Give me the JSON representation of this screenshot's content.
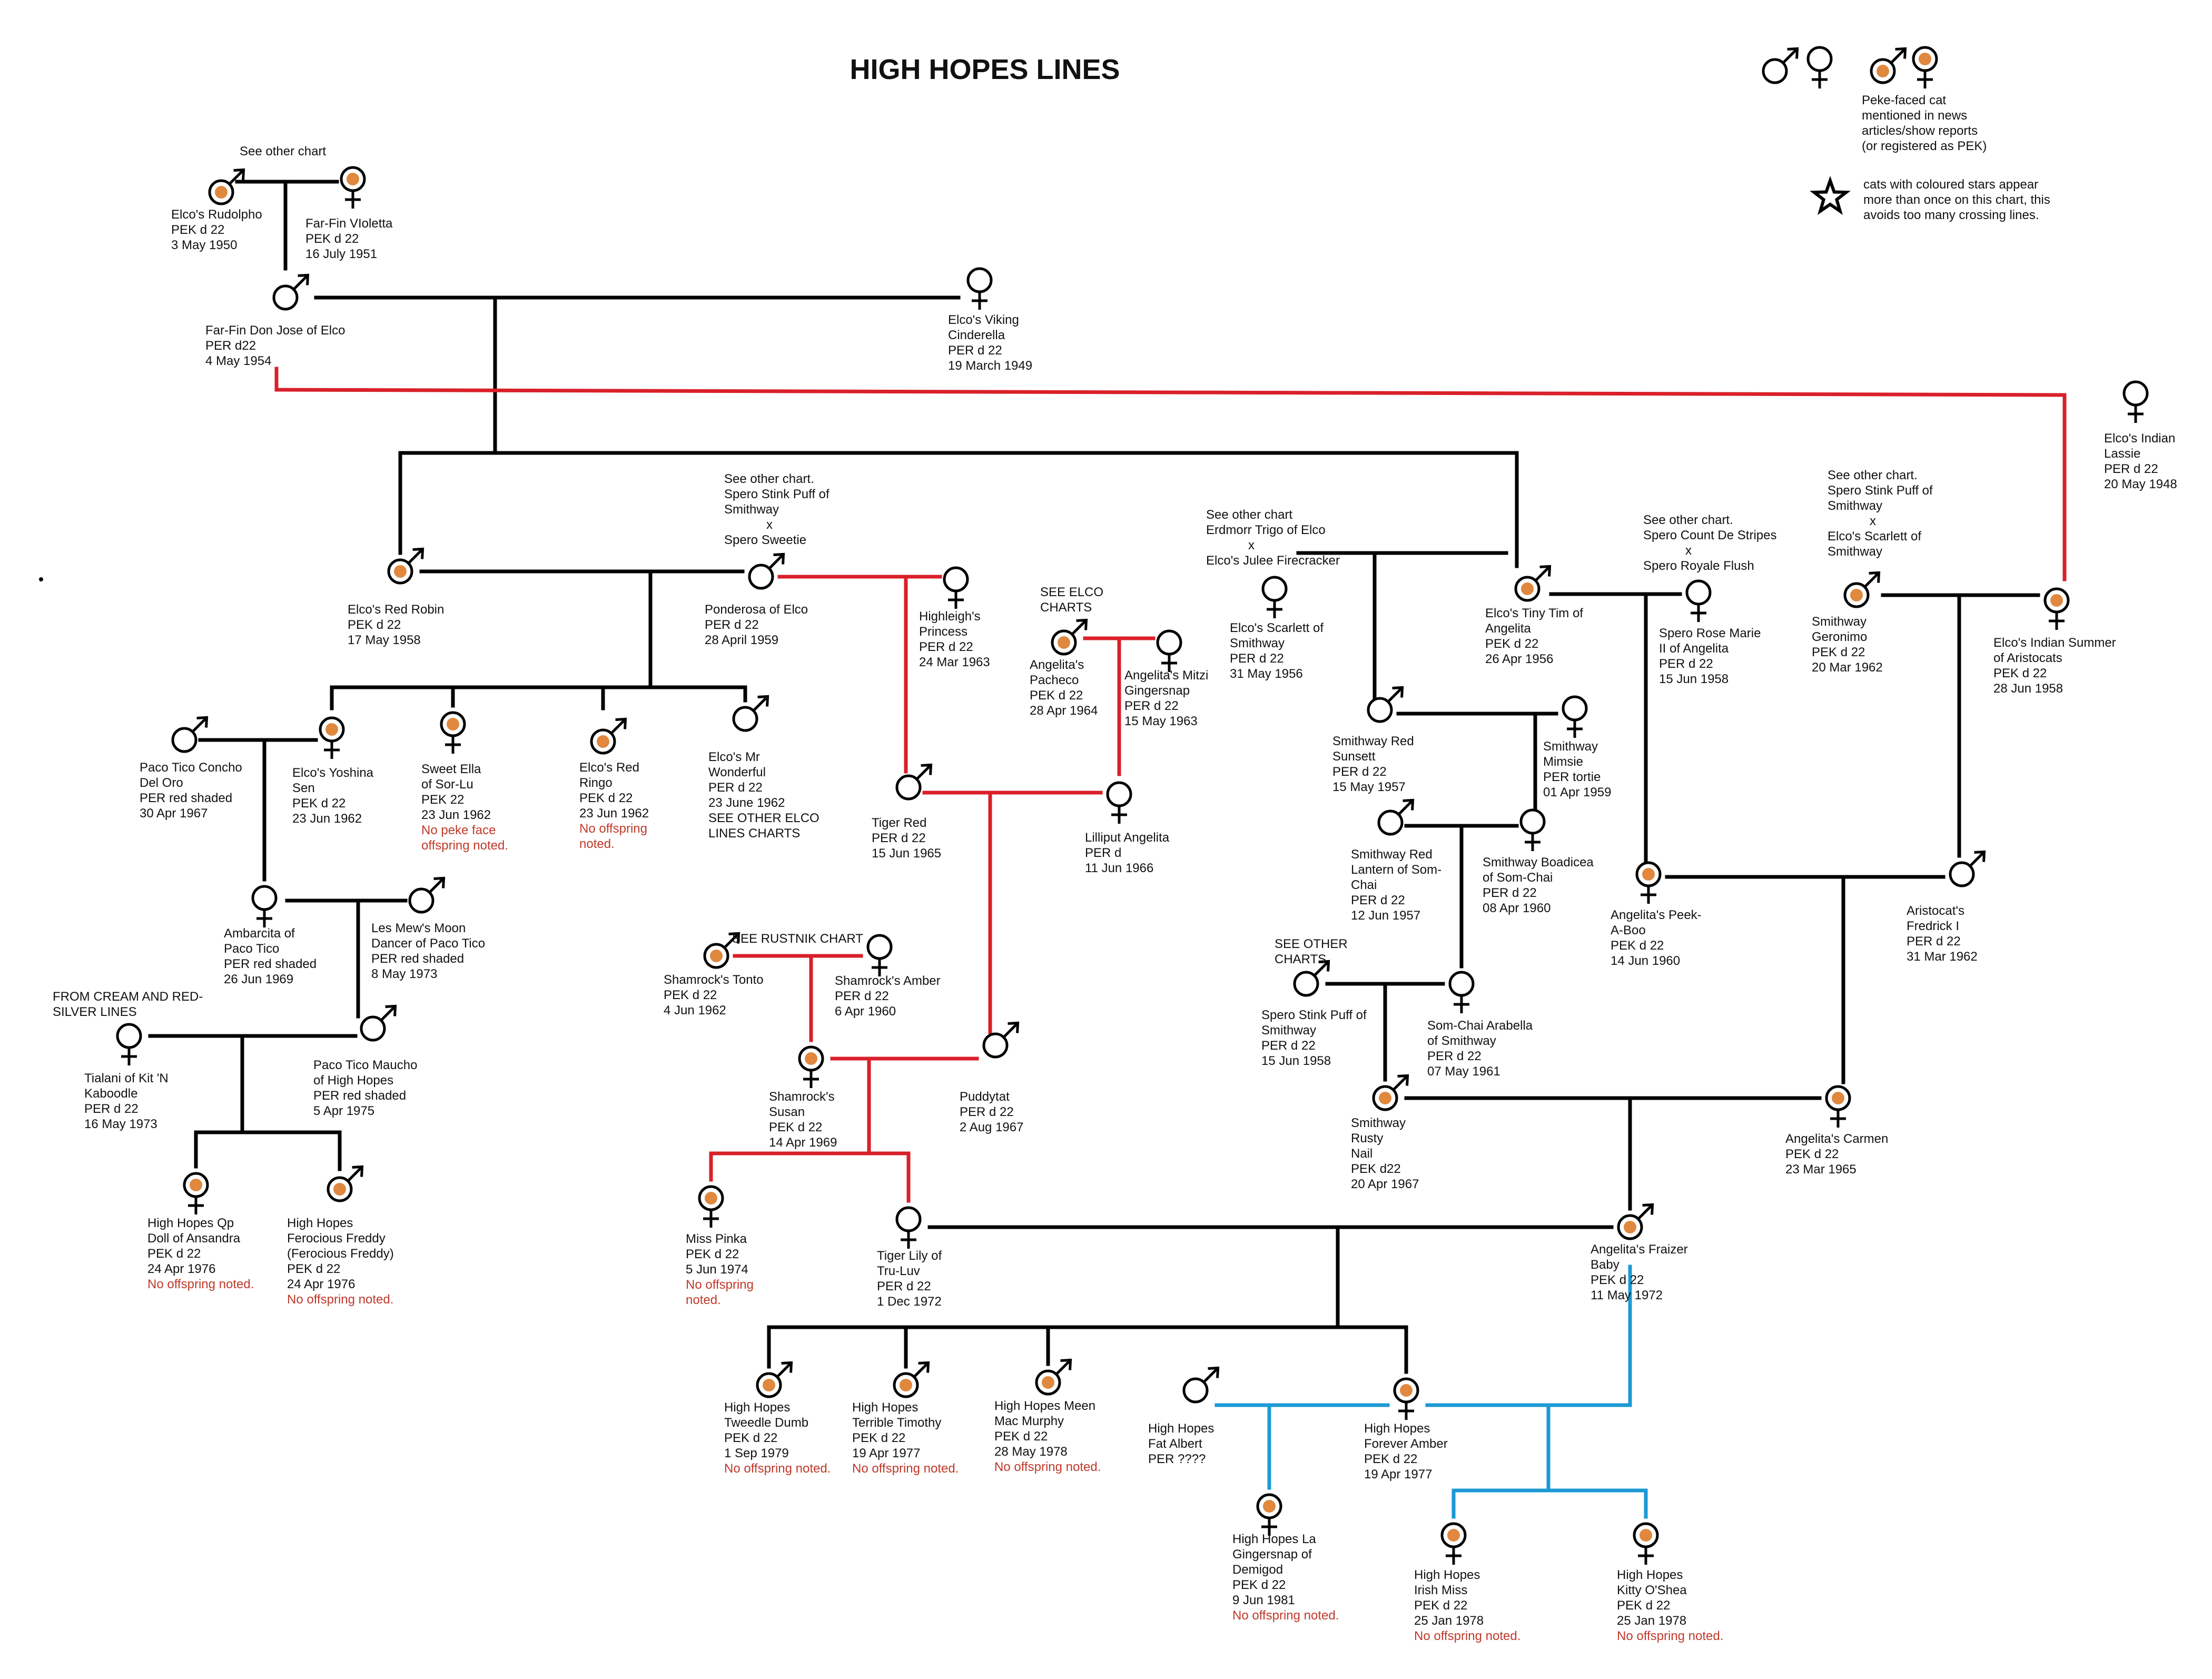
{
  "title": "HIGH HOPES LINES",
  "legend": {
    "peke_note": [
      "Peke-faced cat",
      "mentioned in news",
      "articles/show reports",
      "(or registered as PEK)"
    ],
    "star_note": [
      "cats with coloured stars appear",
      "more than once on this chart, this",
      "avoids too many crossing lines."
    ],
    "star_icon": "star-icon"
  },
  "colors": {
    "line_black": "#000000",
    "line_red": "#d9202a",
    "line_blue": "#1c9ad6",
    "peke_dot": "#e0883e",
    "note_red": "#c0392b"
  },
  "annotations": [
    {
      "id": "see-other-1",
      "lines": [
        "See other chart"
      ]
    },
    {
      "id": "see-other-2",
      "lines": [
        "See other chart.",
        "Spero Stink Puff of",
        "Smithway",
        "x",
        "Spero Sweetie"
      ]
    },
    {
      "id": "see-elco",
      "lines": [
        "SEE ELCO",
        "CHARTS"
      ]
    },
    {
      "id": "see-other-3",
      "lines": [
        "See other chart",
        "Erdmorr Trigo of Elco",
        "x",
        "Elco's Julee Firecracker"
      ]
    },
    {
      "id": "see-other-4",
      "lines": [
        "See other chart.",
        "Spero Count De Stripes",
        "x",
        "Spero Royale Flush"
      ]
    },
    {
      "id": "see-other-5",
      "lines": [
        "See other chart.",
        "Spero Stink Puff of",
        "Smithway",
        "x",
        "Elco's Scarlett of",
        "Smithway"
      ]
    },
    {
      "id": "from-cream",
      "lines": [
        "FROM CREAM AND RED-",
        "SILVER LINES"
      ]
    },
    {
      "id": "see-rustnik",
      "lines": [
        "SEE RUSTNIK CHART"
      ]
    },
    {
      "id": "see-other-charts",
      "lines": [
        "SEE OTHER",
        "CHARTS"
      ]
    }
  ],
  "cats": [
    {
      "id": "rudolpho",
      "sex": "male",
      "peke": true,
      "lines": [
        "Elco's Rudolpho",
        "PEK d 22",
        "3 May 1950"
      ]
    },
    {
      "id": "violetta",
      "sex": "female",
      "peke": true,
      "lines": [
        "Far-Fin VIoletta",
        "PEK d 22",
        "16 July 1951"
      ]
    },
    {
      "id": "donjose",
      "sex": "male",
      "peke": false,
      "lines": [
        "Far-Fin Don Jose of Elco",
        "PER d22",
        "4 May 1954"
      ]
    },
    {
      "id": "cinderella",
      "sex": "female",
      "peke": false,
      "lines": [
        "Elco's Viking",
        "Cinderella",
        "PER d 22",
        "19 March 1949"
      ]
    },
    {
      "id": "lassie",
      "sex": "female",
      "peke": false,
      "lines": [
        "Elco's Indian",
        "Lassie",
        "PER d 22",
        "20 May 1948"
      ]
    },
    {
      "id": "redrobin",
      "sex": "male",
      "peke": true,
      "lines": [
        "Elco's Red Robin",
        "PEK d 22",
        "17 May 1958"
      ]
    },
    {
      "id": "ponderosa",
      "sex": "male",
      "peke": false,
      "lines": [
        "Ponderosa of Elco",
        "PER d 22",
        "28 April 1959"
      ]
    },
    {
      "id": "highleigh",
      "sex": "female",
      "peke": false,
      "lines": [
        "Highleigh's",
        "Princess",
        "PER d 22",
        "24 Mar 1963"
      ]
    },
    {
      "id": "pacheco",
      "sex": "male",
      "peke": true,
      "lines": [
        "Angelita's",
        "Pacheco",
        "PEK d 22",
        "28 Apr 1964"
      ]
    },
    {
      "id": "mitzi",
      "sex": "female",
      "peke": false,
      "lines": [
        "Angelita's Mitzi",
        "Gingersnap",
        "PER d 22",
        "15 May 1963"
      ]
    },
    {
      "id": "scarlett",
      "sex": "female",
      "peke": false,
      "lines": [
        "Elco's Scarlett of",
        "Smithway",
        "PER d 22",
        "31 May 1956"
      ]
    },
    {
      "id": "tinytim",
      "sex": "male",
      "peke": true,
      "lines": [
        "Elco's Tiny Tim of",
        "Angelita",
        "PEK d 22",
        "26 Apr 1956"
      ]
    },
    {
      "id": "rosemarie",
      "sex": "female",
      "peke": false,
      "lines": [
        "Spero Rose Marie",
        "II of Angelita",
        "PER d 22",
        "15 Jun 1958"
      ]
    },
    {
      "id": "geronimo",
      "sex": "male",
      "peke": true,
      "lines": [
        "Smithway",
        "Geronimo",
        "PEK d 22",
        "20 Mar 1962"
      ]
    },
    {
      "id": "summer",
      "sex": "female",
      "peke": true,
      "lines": [
        "Elco's Indian Summer",
        "of Aristocats",
        "PEK d 22",
        "28 Jun 1958"
      ]
    },
    {
      "id": "concho",
      "sex": "male",
      "peke": false,
      "lines": [
        "Paco Tico Concho",
        "Del Oro",
        "PER red shaded",
        "30 Apr 1967"
      ]
    },
    {
      "id": "yoshina",
      "sex": "female",
      "peke": true,
      "lines": [
        "Elco's Yoshina",
        "Sen",
        "PEK d 22",
        "23 Jun 1962"
      ]
    },
    {
      "id": "sweetella",
      "sex": "female",
      "peke": true,
      "lines": [
        "Sweet Ella",
        "of Sor-Lu",
        "PEK 22",
        "23 Jun 1962"
      ],
      "note": [
        "No peke face",
        "offspring noted."
      ]
    },
    {
      "id": "ringo",
      "sex": "male",
      "peke": true,
      "lines": [
        "Elco's Red",
        "Ringo",
        "PEK d 22",
        "23 Jun 1962"
      ],
      "note": [
        "No offspring",
        "noted."
      ]
    },
    {
      "id": "wonderful",
      "sex": "male",
      "peke": false,
      "lines": [
        "Elco's Mr",
        "Wonderful",
        "PER d 22",
        "23 June 1962",
        "SEE OTHER ELCO",
        "LINES CHARTS"
      ]
    },
    {
      "id": "tigerred",
      "sex": "male",
      "peke": false,
      "lines": [
        "Tiger Red",
        "PER d 22",
        "15 Jun 1965"
      ]
    },
    {
      "id": "lilliput",
      "sex": "female",
      "peke": false,
      "lines": [
        "Lilliput Angelita",
        "PER d",
        "11 Jun 1966"
      ]
    },
    {
      "id": "sunsett",
      "sex": "male",
      "peke": false,
      "lines": [
        "Smithway Red",
        "Sunsett",
        "PER d 22",
        "15 May 1957"
      ]
    },
    {
      "id": "mimsie",
      "sex": "female",
      "peke": false,
      "lines": [
        "Smithway",
        "Mimsie",
        "PER tortie",
        "01 Apr 1959"
      ]
    },
    {
      "id": "lantern",
      "sex": "male",
      "peke": false,
      "lines": [
        "Smithway Red",
        "Lantern of Som-",
        "Chai",
        "PER d 22",
        "12 Jun 1957"
      ]
    },
    {
      "id": "boadicea",
      "sex": "female",
      "peke": false,
      "lines": [
        "Smithway Boadicea",
        "of Som-Chai",
        "PER d 22",
        "08 Apr 1960"
      ]
    },
    {
      "id": "peekaboo",
      "sex": "female",
      "peke": true,
      "lines": [
        "Angelita's Peek-",
        "A-Boo",
        "PEK d 22",
        "14 Jun 1960"
      ]
    },
    {
      "id": "fredrick",
      "sex": "male",
      "peke": false,
      "lines": [
        "Aristocat's",
        "Fredrick I",
        "PER d 22",
        "31 Mar 1962"
      ]
    },
    {
      "id": "ambarcita",
      "sex": "female",
      "peke": false,
      "lines": [
        "Ambarcita of",
        "Paco Tico",
        "PER red shaded",
        "26 Jun 1969"
      ]
    },
    {
      "id": "moondancer",
      "sex": "male",
      "peke": false,
      "lines": [
        "Les Mew's Moon",
        "Dancer of Paco Tico",
        "PER red shaded",
        "8 May 1973"
      ]
    },
    {
      "id": "tonto",
      "sex": "male",
      "peke": true,
      "lines": [
        "Shamrock's Tonto",
        "PEK d 22",
        "4 Jun 1962"
      ]
    },
    {
      "id": "amber",
      "sex": "female",
      "peke": false,
      "lines": [
        "Shamrock's Amber",
        "PER d 22",
        "6 Apr 1960"
      ]
    },
    {
      "id": "stinkpuff",
      "sex": "male",
      "peke": false,
      "lines": [
        "Spero Stink Puff of",
        "Smithway",
        "PER d 22",
        "15 Jun 1958"
      ]
    },
    {
      "id": "arabella",
      "sex": "female",
      "peke": false,
      "lines": [
        "Som-Chai Arabella",
        "of Smithway",
        "PER d 22",
        "07 May 1961"
      ]
    },
    {
      "id": "tialani",
      "sex": "female",
      "peke": false,
      "lines": [
        "Tialani of Kit 'N",
        "Kaboodle",
        "PER d 22",
        "16 May 1973"
      ]
    },
    {
      "id": "maucho",
      "sex": "male",
      "peke": false,
      "lines": [
        "Paco Tico Maucho",
        "of High Hopes",
        "PER red shaded",
        "5 Apr 1975"
      ]
    },
    {
      "id": "susan",
      "sex": "female",
      "peke": true,
      "lines": [
        "Shamrock's",
        "Susan",
        "PEK d 22",
        "14 Apr 1969"
      ]
    },
    {
      "id": "puddytat",
      "sex": "male",
      "peke": false,
      "lines": [
        "Puddytat",
        "PER d 22",
        "2 Aug 1967"
      ]
    },
    {
      "id": "rustynail",
      "sex": "male",
      "peke": true,
      "lines": [
        "Smithway",
        "Rusty",
        "Nail",
        "PEK d22",
        "20 Apr 1967"
      ]
    },
    {
      "id": "carmen",
      "sex": "female",
      "peke": true,
      "lines": [
        "Angelita's Carmen",
        "PEK d 22",
        "23 Mar 1965"
      ]
    },
    {
      "id": "qpdoll",
      "sex": "female",
      "peke": true,
      "lines": [
        "High Hopes Qp",
        "Doll of Ansandra",
        "PEK d 22",
        "24 Apr 1976"
      ],
      "note": [
        "No offspring noted."
      ]
    },
    {
      "id": "freddy",
      "sex": "male",
      "peke": true,
      "lines": [
        "High Hopes",
        "Ferocious Freddy",
        "(Ferocious Freddy)",
        "PEK d 22",
        "24 Apr 1976"
      ],
      "note": [
        "No offspring noted."
      ]
    },
    {
      "id": "pinka",
      "sex": "female",
      "peke": true,
      "lines": [
        "Miss Pinka",
        "PEK d 22",
        "5 Jun 1974"
      ],
      "note": [
        "No offspring",
        "noted."
      ]
    },
    {
      "id": "tigerlily",
      "sex": "female",
      "peke": false,
      "lines": [
        "Tiger Lily of",
        "Tru-Luv",
        "PER d 22",
        "1 Dec 1972"
      ]
    },
    {
      "id": "frazier",
      "sex": "male",
      "peke": true,
      "lines": [
        "Angelita's Fraizer",
        "Baby",
        "PEK d 22",
        "11 May 1972"
      ]
    },
    {
      "id": "tweedle",
      "sex": "male",
      "peke": true,
      "lines": [
        "High Hopes",
        "Tweedle Dumb",
        "PEK d 22",
        "1 Sep 1979"
      ],
      "note": [
        "No offspring noted."
      ]
    },
    {
      "id": "timothy",
      "sex": "male",
      "peke": true,
      "lines": [
        "High Hopes",
        "Terrible Timothy",
        "PEK d 22",
        "19 Apr 1977"
      ],
      "note": [
        "No offspring noted."
      ]
    },
    {
      "id": "meen",
      "sex": "male",
      "peke": true,
      "lines": [
        "High Hopes Meen",
        "Mac Murphy",
        "PEK d 22",
        "28 May 1978"
      ],
      "note": [
        "No offspring noted."
      ]
    },
    {
      "id": "fatalbert",
      "sex": "male",
      "peke": false,
      "lines": [
        "High Hopes",
        "Fat Albert",
        "PER ????"
      ]
    },
    {
      "id": "foreveramber",
      "sex": "female",
      "peke": true,
      "lines": [
        "High Hopes",
        "Forever Amber",
        "PEK d 22",
        "19 Apr 1977"
      ]
    },
    {
      "id": "lagingersnap",
      "sex": "female",
      "peke": true,
      "lines": [
        "High Hopes La",
        "Gingersnap of",
        "Demigod",
        "PEK d 22",
        "9 Jun 1981"
      ],
      "note": [
        "No offspring noted."
      ]
    },
    {
      "id": "irishmiss",
      "sex": "female",
      "peke": true,
      "lines": [
        "High Hopes",
        "Irish Miss",
        "PEK d 22",
        "25 Jan 1978"
      ],
      "note": [
        "No offspring noted."
      ]
    },
    {
      "id": "kittyoshea",
      "sex": "female",
      "peke": true,
      "lines": [
        "High Hopes",
        "Kitty O'Shea",
        "PEK d 22",
        "25 Jan 1978"
      ],
      "note": [
        "No offspring noted."
      ]
    }
  ]
}
